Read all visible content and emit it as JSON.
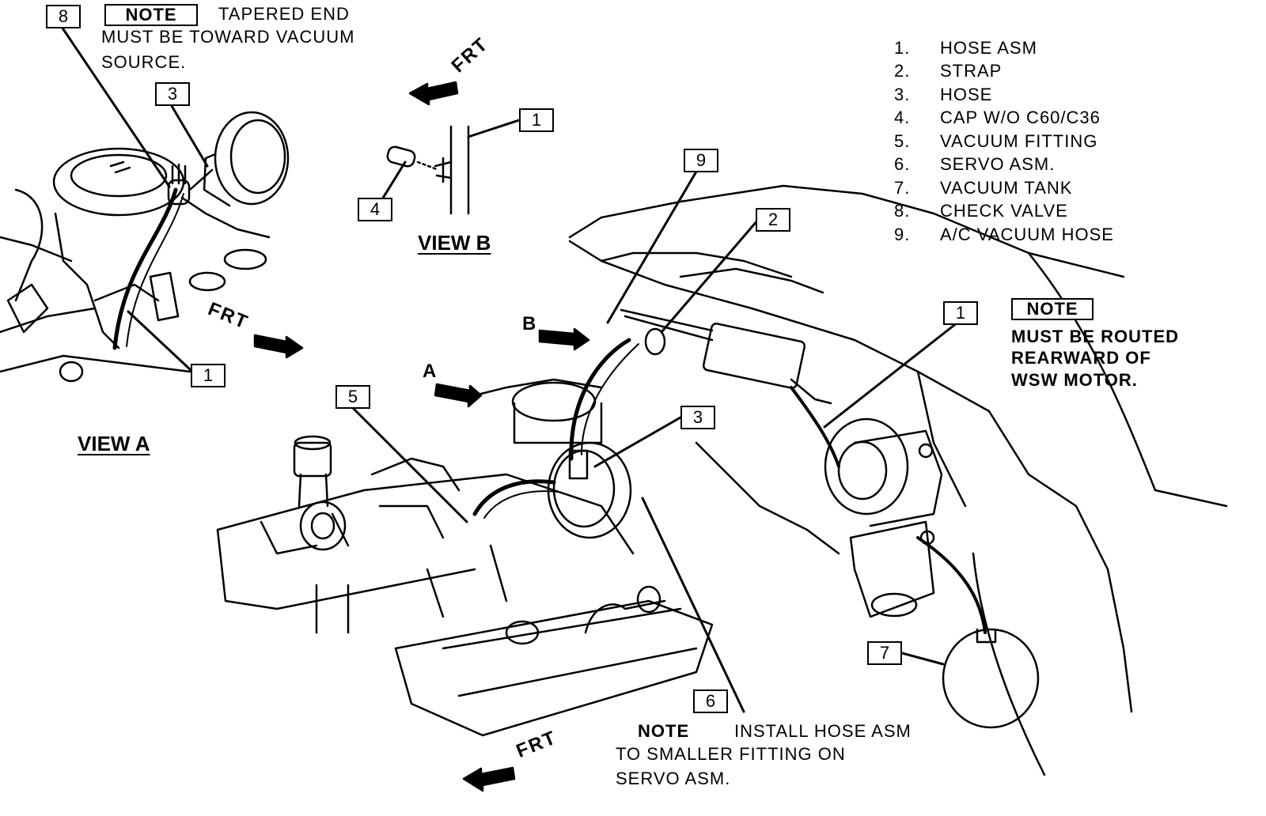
{
  "callouts": {
    "c8": "8",
    "c3_view_a": "3",
    "c1_view_a": "1",
    "c1_view_b": "1",
    "c4": "4",
    "c9": "9",
    "c2": "2",
    "c1_main": "1",
    "c5": "5",
    "c3_main": "3",
    "c6": "6",
    "c7": "7"
  },
  "notes": {
    "note_label": "NOTE",
    "top_left": [
      "TAPERED END",
      "MUST BE TOWARD VACUUM",
      "SOURCE."
    ],
    "right": [
      "MUST BE ROUTED",
      "REARWARD OF",
      "WSW MOTOR."
    ],
    "bottom": [
      "INSTALL HOSE ASM",
      "TO SMALLER FITTING ON",
      "SERVO ASM."
    ]
  },
  "views": {
    "view_a": "VIEW A",
    "view_b": "VIEW B"
  },
  "direction_label": "FRT",
  "arrow_labels": {
    "a": "A",
    "b": "B"
  },
  "legend": [
    {
      "num": "1.",
      "label": "HOSE ASM"
    },
    {
      "num": "2.",
      "label": "STRAP"
    },
    {
      "num": "3.",
      "label": "HOSE"
    },
    {
      "num": "4.",
      "label": "CAP W/O C60/C36"
    },
    {
      "num": "5.",
      "label": "VACUUM FITTING"
    },
    {
      "num": "6.",
      "label": "SERVO ASM."
    },
    {
      "num": "7.",
      "label": "VACUUM TANK"
    },
    {
      "num": "8.",
      "label": "CHECK VALVE"
    },
    {
      "num": "9.",
      "label": "A/C VACUUM HOSE"
    }
  ]
}
